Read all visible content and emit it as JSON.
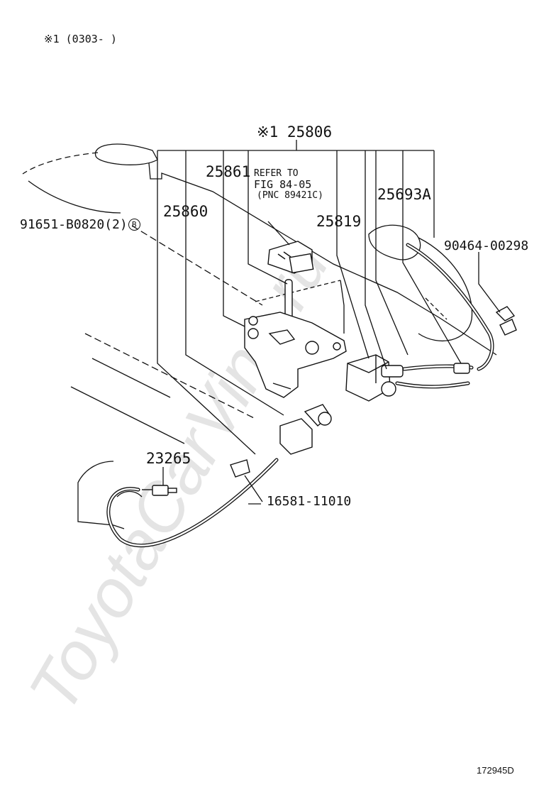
{
  "header": {
    "note": "※1 (0303-        )"
  },
  "labels": {
    "assy": "※1 25806",
    "p25861": "25861",
    "refer_line1": "REFER TO",
    "refer_line2": "FIG 84-05",
    "refer_line3": "(PNC 89421C)",
    "p25693A": "25693A",
    "p25860": "25860",
    "p25819": "25819",
    "bolt": "91651-B0820(2)",
    "bolt_circle": "B",
    "clamp_right": "90464-00298",
    "p23265": "23265",
    "p16581": "16581-11010"
  },
  "footer": {
    "code": "172945D"
  },
  "watermark": {
    "text": "ToyotaCarVine.ru",
    "color": "#e4e4e4"
  }
}
